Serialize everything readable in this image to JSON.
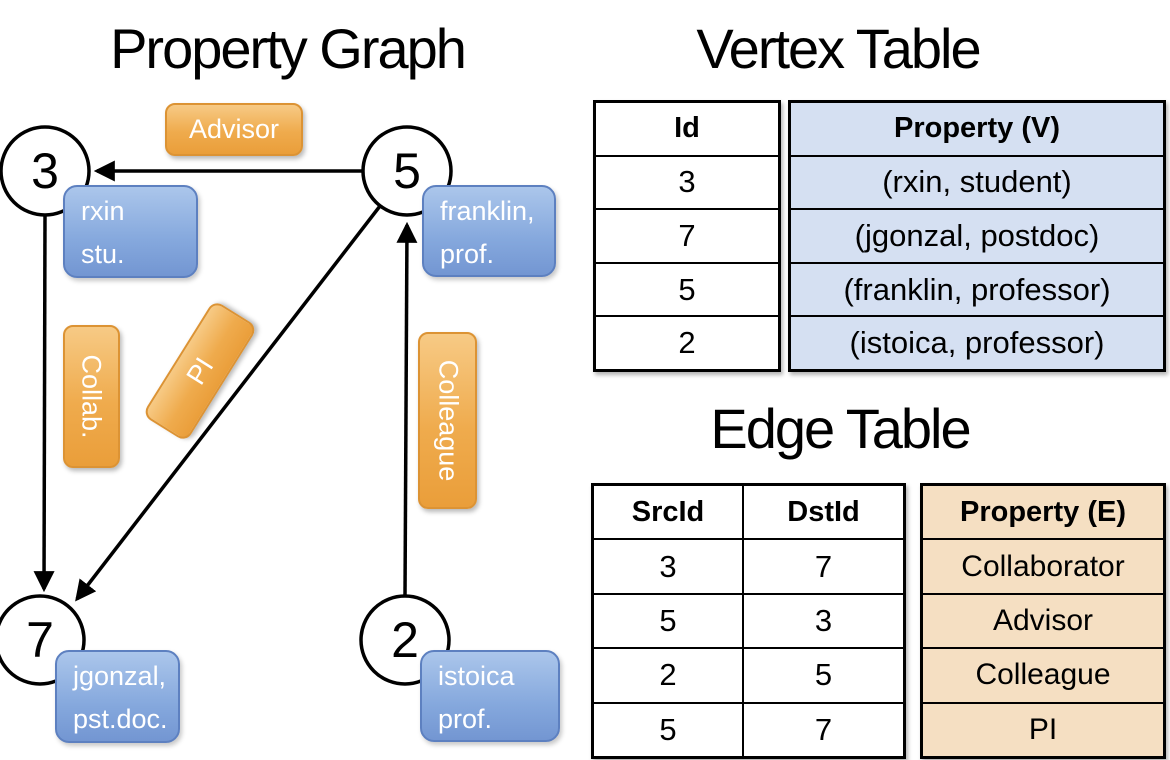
{
  "titles": {
    "graph": "Property Graph",
    "vertex_table": "Vertex Table",
    "edge_table": "Edge Table"
  },
  "graph": {
    "vertices": [
      {
        "id": "3",
        "prop_line1": "rxin",
        "prop_line2": "stu."
      },
      {
        "id": "5",
        "prop_line1": "franklin,",
        "prop_line2": "prof."
      },
      {
        "id": "7",
        "prop_line1": "jgonzal,",
        "prop_line2": "pst.doc."
      },
      {
        "id": "2",
        "prop_line1": "istoica",
        "prop_line2": "prof."
      }
    ],
    "edge_labels": {
      "advisor": "Advisor",
      "collab": "Collab.",
      "pi": "PI",
      "colleague": "Colleague"
    }
  },
  "vertex_table": {
    "headers": {
      "id": "Id",
      "property": "Property (V)"
    },
    "rows": [
      {
        "id": "3",
        "property": "(rxin, student)"
      },
      {
        "id": "7",
        "property": "(jgonzal, postdoc)"
      },
      {
        "id": "5",
        "property": "(franklin, professor)"
      },
      {
        "id": "2",
        "property": "(istoica, professor)"
      }
    ]
  },
  "edge_table": {
    "headers": {
      "src": "SrcId",
      "dst": "DstId",
      "property": "Property (E)"
    },
    "rows": [
      {
        "src": "3",
        "dst": "7",
        "property": "Collaborator"
      },
      {
        "src": "5",
        "dst": "3",
        "property": "Advisor"
      },
      {
        "src": "2",
        "dst": "5",
        "property": "Colleague"
      },
      {
        "src": "5",
        "dst": "7",
        "property": "PI"
      }
    ]
  },
  "colors": {
    "edge_label_fill": "#F0A848",
    "vertex_prop_fill": "#85A8DD",
    "vertex_table_row_fill": "#D5E0F2",
    "edge_table_row_fill": "#F5DFC2"
  }
}
